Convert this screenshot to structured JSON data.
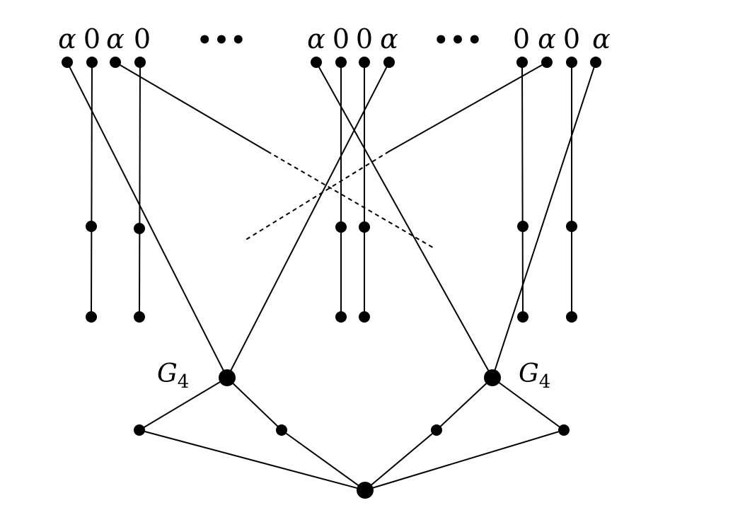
{
  "diagram": {
    "colors": {
      "ink": "#000000",
      "background": "#ffffff"
    },
    "top_groups": [
      {
        "labels": [
          "α",
          "0",
          "α",
          "0"
        ]
      },
      {
        "labels": [
          "α",
          "0",
          "0",
          "α"
        ]
      },
      {
        "labels": [
          "0",
          "α",
          "0",
          "α"
        ]
      }
    ],
    "ellipsis": [
      "•••",
      "•••"
    ],
    "hubs": [
      {
        "name": "G",
        "subscript": "4"
      },
      {
        "name": "G",
        "subscript": "4"
      }
    ]
  }
}
